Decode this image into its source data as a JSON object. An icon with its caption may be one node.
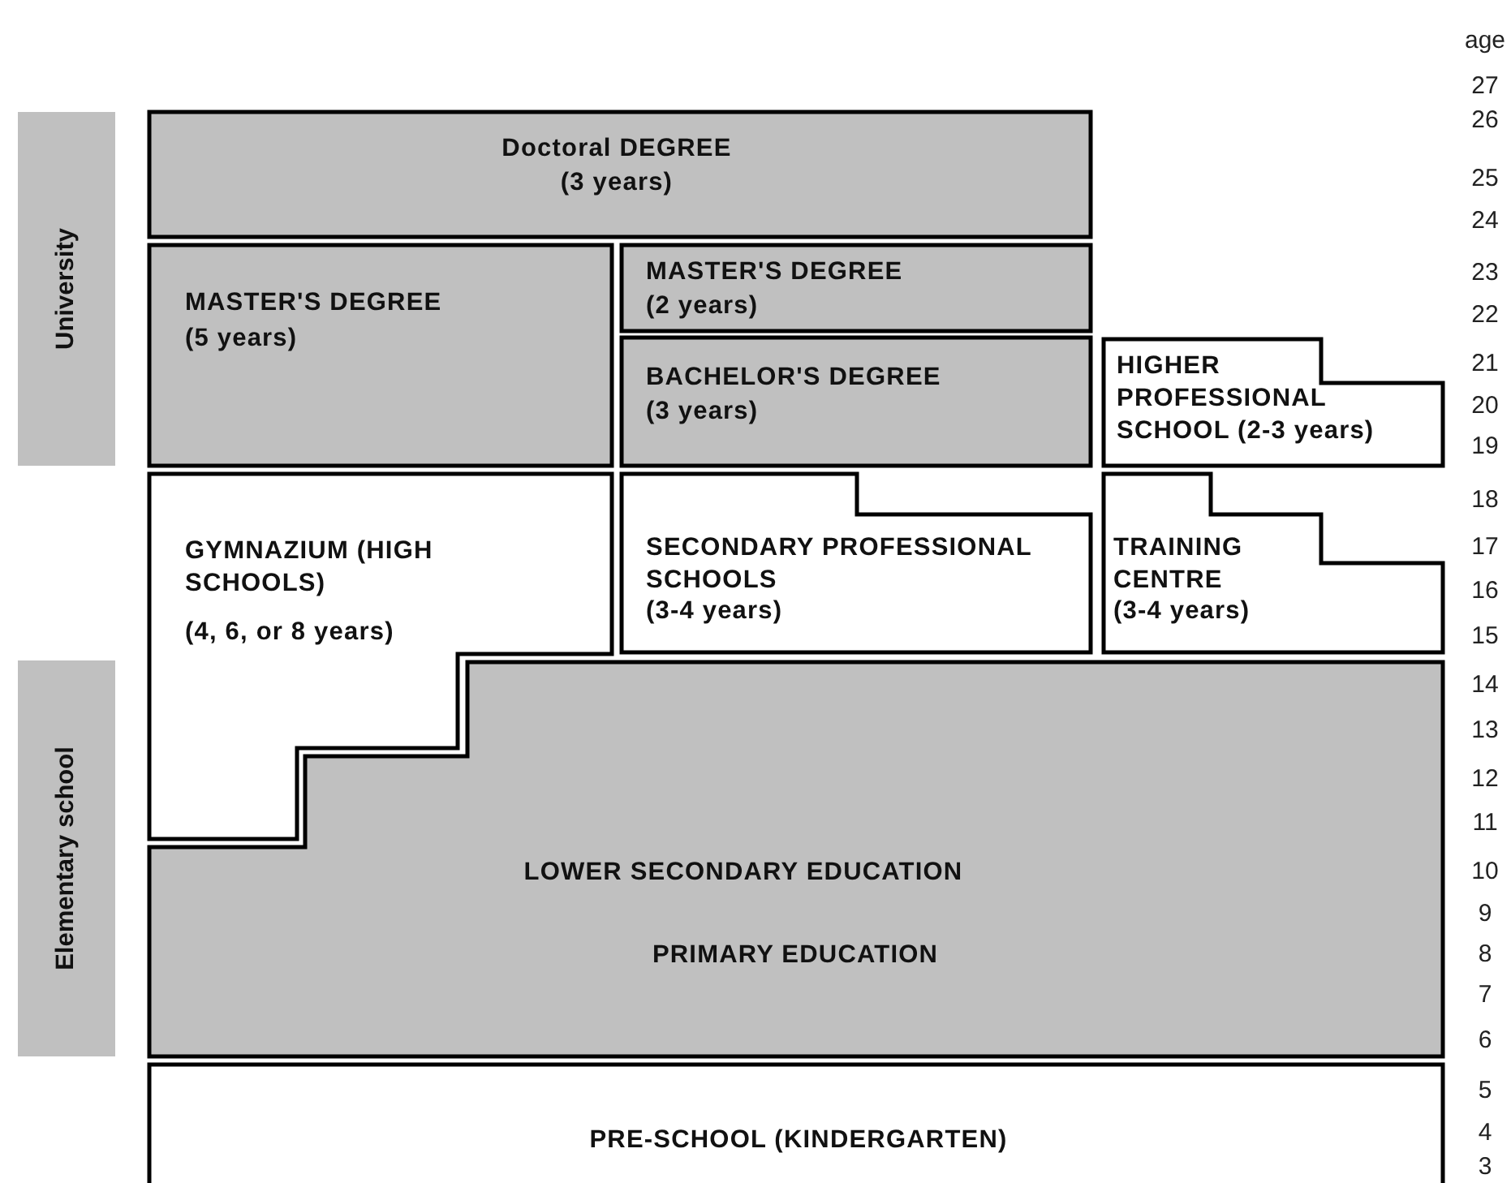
{
  "diagram": {
    "nodes": [
      {
        "text": [
          "University"
        ]
      },
      {
        "text": [
          "Elementary school"
        ]
      },
      {
        "text": [
          "Doctoral DEGREE",
          "(3 years)"
        ]
      },
      {
        "text": [
          "MASTER'S DEGREE",
          "(5 years)"
        ]
      },
      {
        "text": [
          "MASTER'S DEGREE",
          "(2 years)"
        ]
      },
      {
        "text": [
          "BACHELOR'S DEGREE",
          "(3 years)"
        ]
      },
      {
        "text": [
          "HIGHER PROFESSIONAL SCHOOL (2-3 years)"
        ]
      },
      {
        "text": [
          "GYMNAZIUM (HIGH SCHOOLS)",
          "(4, 6, or 8 years)"
        ]
      },
      {
        "text": [
          "SECONDARY PROFESSIONAL SCHOOLS",
          "(3-4 years)"
        ]
      },
      {
        "text": [
          "TRAINING CENTRE",
          "(3-4 years)"
        ]
      },
      {
        "text": [
          "LOWER SECONDARY EDUCATION",
          "PRIMARY EDUCATION"
        ]
      },
      {
        "text": [
          "PRE-SCHOOL (KINDERGARTEN)"
        ]
      }
    ],
    "labels": [
      "age",
      "27",
      "26",
      "25",
      "24",
      "23",
      "22",
      "21",
      "20",
      "19",
      "18",
      "17",
      "16",
      "15",
      "14",
      "13",
      "12",
      "11",
      "10",
      "9",
      "8",
      "7",
      "6",
      "5",
      "4",
      "3"
    ]
  }
}
